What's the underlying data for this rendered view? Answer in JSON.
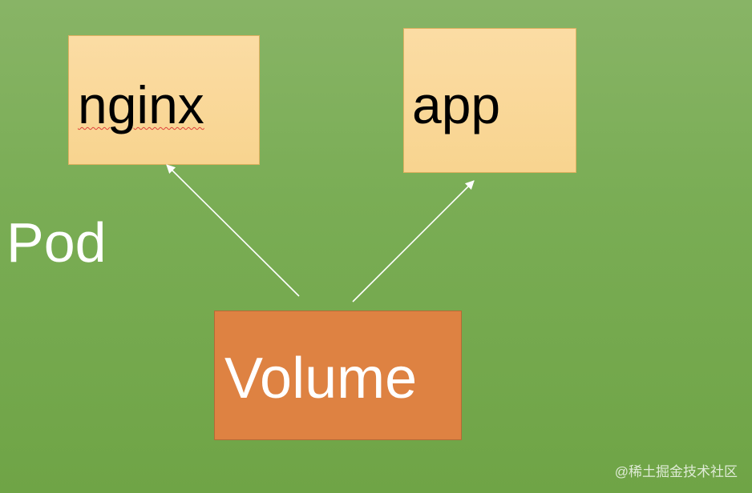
{
  "diagram": {
    "pod_label": "Pod",
    "containers": [
      {
        "label": "nginx"
      },
      {
        "label": "app"
      }
    ],
    "volume_label": "Volume",
    "watermark": "@稀土掘金技术社区",
    "colors": {
      "background": "#7aad55",
      "container_fill": "#f8d48f",
      "volume_fill": "#de8242",
      "arrow": "#ffffff"
    }
  }
}
